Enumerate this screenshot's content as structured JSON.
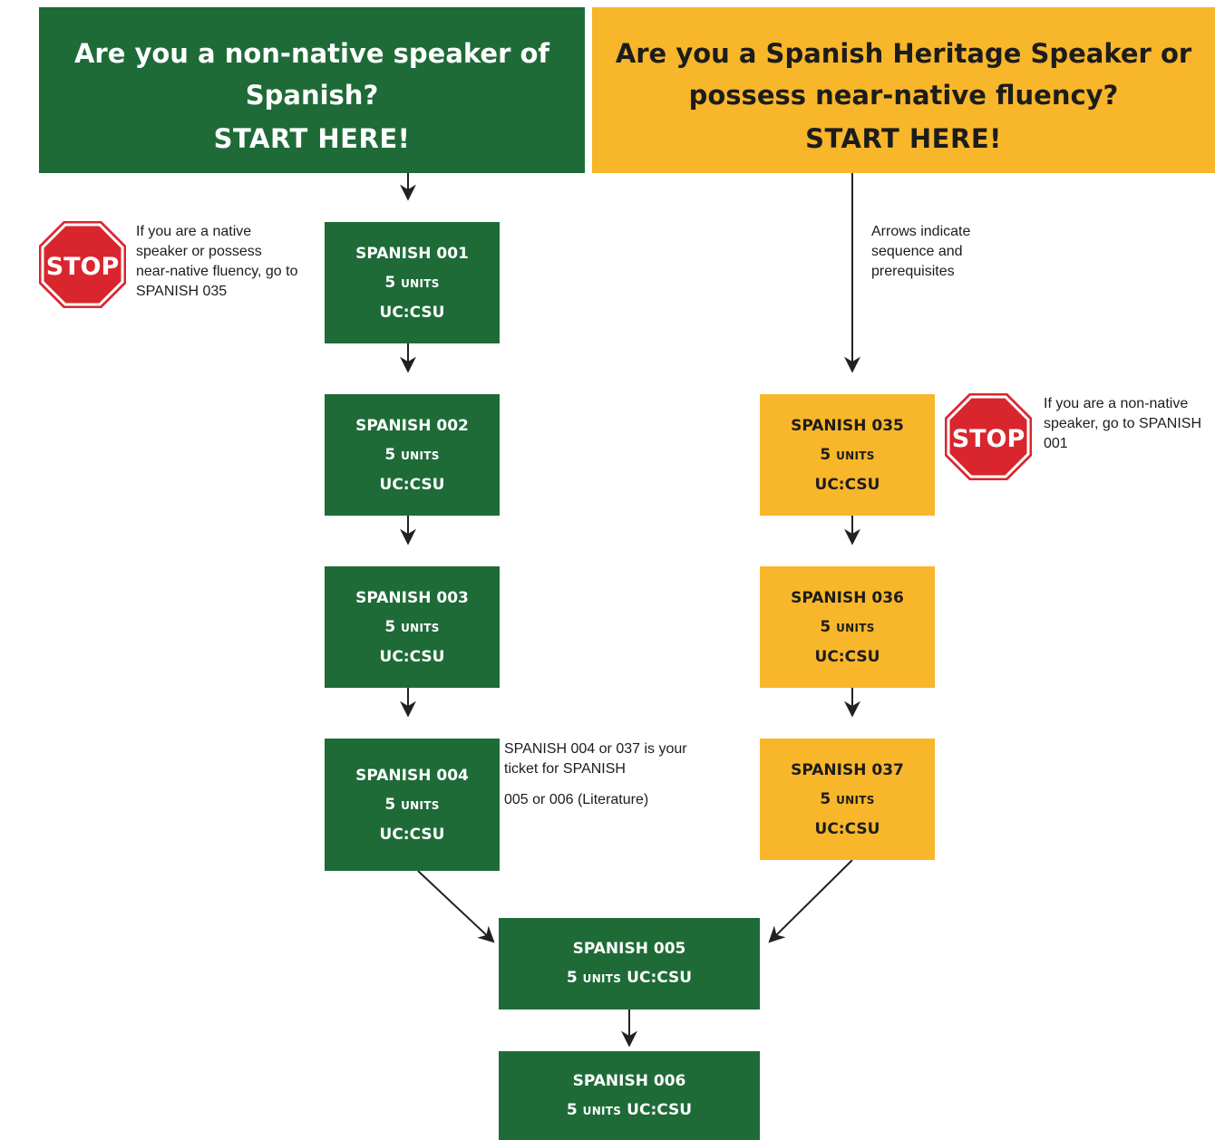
{
  "header_left": {
    "question": "Are you a non-native speaker of Spanish?",
    "start": "START HERE!"
  },
  "header_right": {
    "question": "Are you a Spanish Heritage Speaker or possess near-native fluency?",
    "start": "START HERE!"
  },
  "stop_left": {
    "sign": "STOP",
    "text": "If you are a native speaker or possess near-native fluency, go to SPANISH 035"
  },
  "stop_right": {
    "sign": "STOP",
    "text": "If you are a non-native speaker, go to SPANISH 001"
  },
  "arrows_note": "Arrows indicate sequence and prerequisites",
  "ticket_note": {
    "line1": "SPANISH 004 or 037 is your ticket for SPANISH",
    "line2": "005 or 006 (Literature)"
  },
  "units_label": "5",
  "units_word": "units",
  "transfer": "UC:CSU",
  "courses": {
    "c001": "SPANISH 001",
    "c002": "SPANISH 002",
    "c003": "SPANISH 003",
    "c004": "SPANISH 004",
    "c035": "SPANISH 035",
    "c036": "SPANISH 036",
    "c037": "SPANISH 037",
    "c005": "SPANISH 005",
    "c006": "SPANISH 006"
  },
  "colors": {
    "green": "#1e6b37",
    "gold": "#f8b62a",
    "stop_red": "#d9262e"
  }
}
